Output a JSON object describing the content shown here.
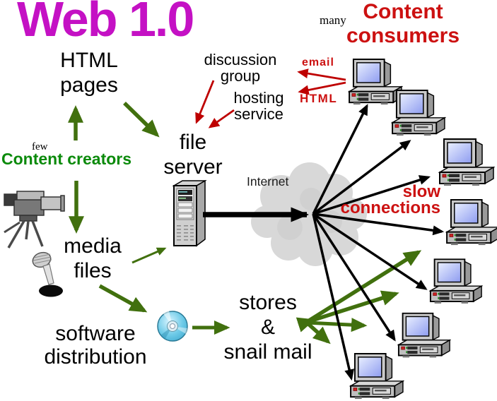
{
  "title": "Web 1.0",
  "groups": {
    "creators": {
      "qualifier": "few",
      "heading": "Content creators"
    },
    "consumers": {
      "qualifier": "many",
      "heading_lines": [
        "Content",
        "consumers"
      ],
      "computer_count": 7
    }
  },
  "nodes": {
    "html_pages": [
      "HTML",
      "pages"
    ],
    "discussion_group": [
      "discussion",
      "group"
    ],
    "hosting_service": [
      "hosting",
      "service"
    ],
    "file_server": [
      "file",
      "server"
    ],
    "media_files": [
      "media",
      "files"
    ],
    "software_distribution": [
      "software",
      "distribution"
    ],
    "stores_snail_mail": [
      "stores",
      "&",
      "snail mail"
    ],
    "internet": "Internet"
  },
  "annotations": {
    "email": "email",
    "html": "HTML",
    "slow_connections": [
      "slow",
      "connections"
    ]
  },
  "icons": {
    "camera": "tv-camera-icon",
    "microphone": "microphone-icon",
    "server": "server-tower-icon",
    "cloud": "internet-cloud-icon",
    "cd": "cd-disc-icon",
    "computer": "desktop-computer-icon"
  },
  "colors": {
    "title_magenta": "#C411C4",
    "creators_green": "#0B8A0B",
    "arrow_green": "#41700E",
    "consumers_red": "#CC1111",
    "arrow_red": "#BE0000",
    "line_black": "#000000",
    "background": "#FFFFFF"
  }
}
